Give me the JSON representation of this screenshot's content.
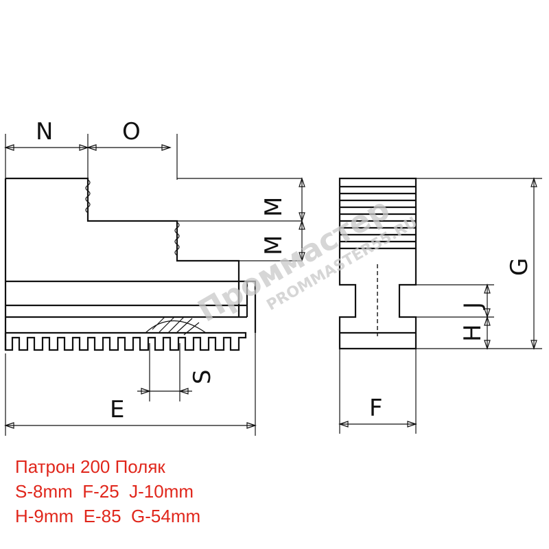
{
  "drawing": {
    "dimension_labels": {
      "N": "N",
      "O": "O",
      "M_top": "M",
      "M_bottom": "M",
      "G": "G",
      "J": "J",
      "H": "H",
      "S": "S",
      "E": "E",
      "F": "F"
    },
    "watermark": {
      "line1": "Проммастер",
      "line2": "PROMMASTER55.RU"
    }
  },
  "specs": {
    "title": "Патрон 200 Поляк",
    "line1": "S-8mm  F-25  J-10mm",
    "line2": "H-9mm  E-85  G-54mm"
  },
  "colors": {
    "line": "#111111",
    "spec_text": "#e0261b",
    "watermark": "#c9c9c9"
  }
}
